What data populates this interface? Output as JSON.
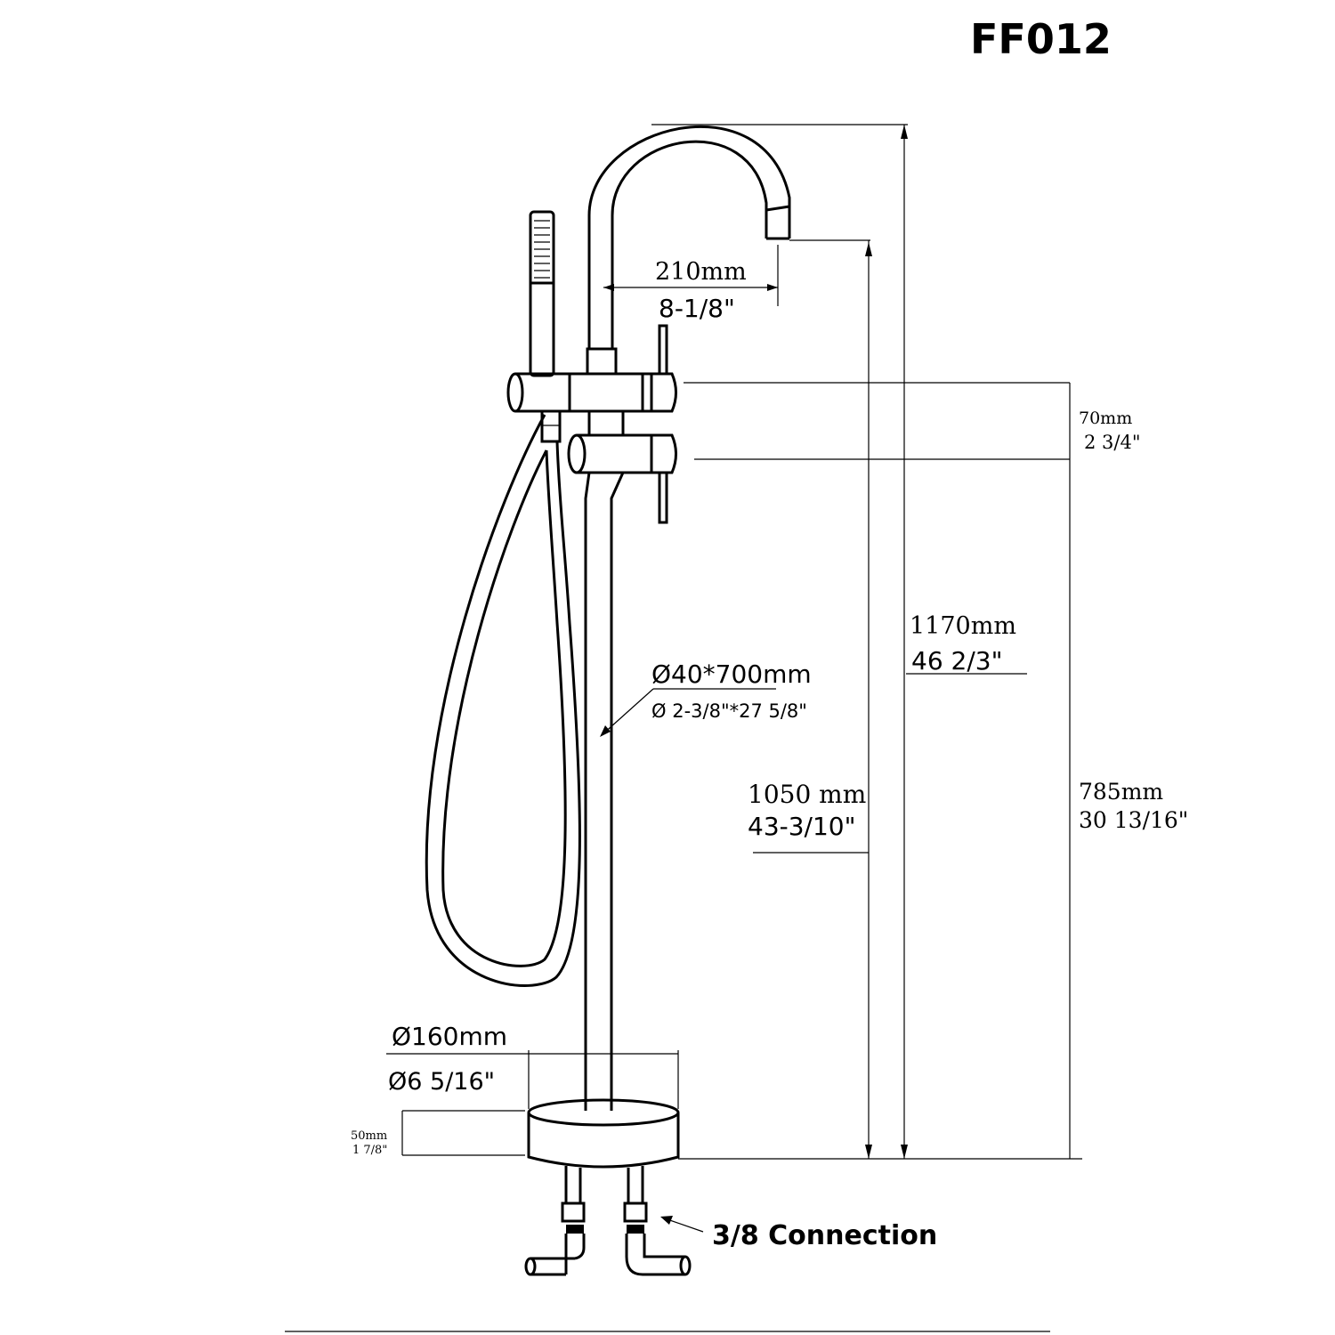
{
  "title": "FF012",
  "dimensions": {
    "spout_reach": {
      "metric": "210mm",
      "imperial": "8-1/8\""
    },
    "handle_spacing": {
      "metric": "70mm",
      "imperial": "2 3/4\""
    },
    "overall_height": {
      "metric": "1170mm",
      "imperial": "46 2/3\""
    },
    "spout_height": {
      "metric": "1050 mm",
      "imperial": "43-3/10\""
    },
    "valve_height": {
      "metric": "785mm",
      "imperial": "30 13/16\""
    },
    "pipe": {
      "metric": "Ø40*700mm",
      "imperial": "Ø 2-3/8\"*27 5/8\""
    },
    "base_diameter": {
      "metric": "Ø160mm",
      "imperial": "Ø6 5/16\""
    },
    "base_height": {
      "metric": "50mm",
      "imperial": "1 7/8\""
    }
  },
  "connection_label": "3/8 Connection"
}
